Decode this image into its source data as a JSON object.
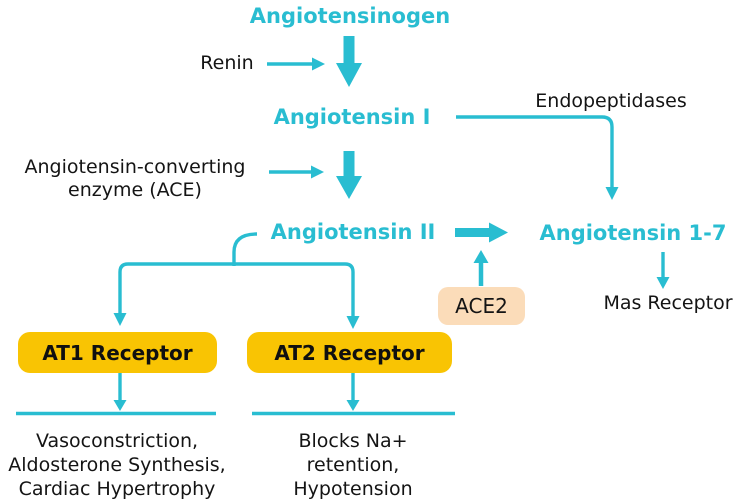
{
  "nodes": {
    "angiotensinogen": "Angiotensinogen",
    "angiotensin_i": "Angiotensin I",
    "angiotensin_ii": "Angiotensin II",
    "angiotensin_1_7": "Angiotensin 1-7",
    "mas_receptor": "Mas Receptor"
  },
  "receptor_boxes": {
    "at1": "AT1 Receptor",
    "at2": "AT2 Receptor"
  },
  "enzyme_labels": {
    "renin": "Renin",
    "ace": [
      "Angiotensin-converting",
      "enzyme (ACE)"
    ],
    "ace2": "ACE2",
    "endopeptidases": "Endopeptidases"
  },
  "effects": {
    "at1": [
      "Vasoconstriction,",
      "Aldosterone Synthesis,",
      "Cardiac Hypertrophy"
    ],
    "at2": [
      "Blocks Na+",
      "retention,",
      "Hypotension"
    ]
  },
  "colors": {
    "arrow_teal": "#29bdd1",
    "node_text_teal": "#29bdd1",
    "receptor_yellow": "#f9c403",
    "ace2_peach": "#fbdcb9",
    "label_black": "#141414",
    "background": "#ffffff"
  }
}
